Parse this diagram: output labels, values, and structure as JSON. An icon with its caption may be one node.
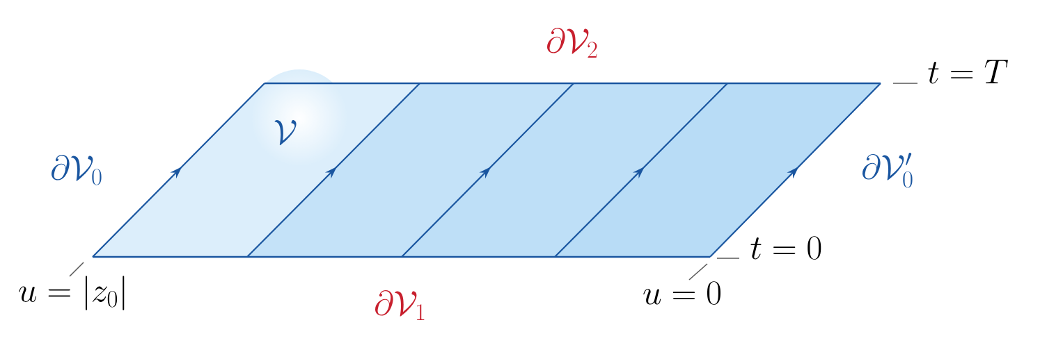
{
  "diagram": {
    "nodes": [
      {
        "text": [
          "\\mathcal{V}"
        ]
      }
    ],
    "labels": [
      "\\partial\\mathcal{V}_2",
      "t = T",
      "\\partial\\mathcal{V}_0",
      "\\partial\\mathcal{V}_0'",
      "t = 0",
      "u = |z_0|",
      "\\partial\\mathcal{V}_1",
      "u = 0"
    ]
  }
}
